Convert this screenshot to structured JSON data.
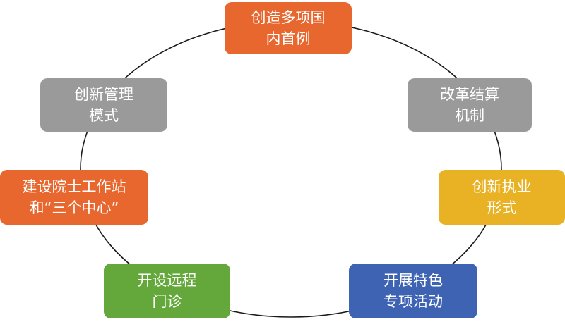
{
  "colors": {
    "orange": "#e8672f",
    "gray": "#9a9a9a",
    "yellow": "#e8b224",
    "blue": "#3f63b3",
    "green": "#64a83b",
    "ring": "#1a1a1a"
  },
  "nodes": {
    "top": {
      "line1": "创造多项国",
      "line2": "内首例",
      "color": "orange"
    },
    "upper_left": {
      "line1": "创新管理",
      "line2": "模式",
      "color": "gray"
    },
    "upper_right": {
      "line1": "改革结算",
      "line2": "机制",
      "color": "gray"
    },
    "mid_left": {
      "line1": "建设院士工作站",
      "line2": "和“三个中心”",
      "color": "orange"
    },
    "mid_right": {
      "line1": "创新执业",
      "line2": "形式",
      "color": "yellow"
    },
    "bottom_left": {
      "line1": "开设远程",
      "line2": "门诊",
      "color": "green"
    },
    "bottom_right": {
      "line1": "开展特色",
      "line2": "专项活动",
      "color": "blue"
    }
  }
}
